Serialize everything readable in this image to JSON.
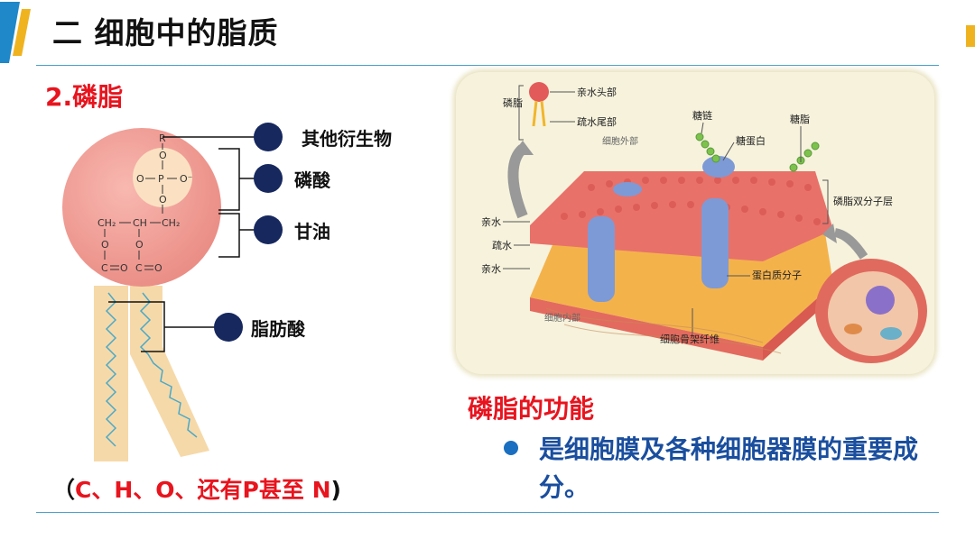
{
  "header": {
    "title": "二  细胞中的脂质"
  },
  "section": {
    "title": "2.磷脂"
  },
  "phospholipid": {
    "labels": {
      "derivative": "其他衍生物",
      "phosphate": "磷酸",
      "glycerol": "甘油",
      "fatty_acid": "脂肪酸"
    },
    "formula_text": {
      "r": "R",
      "o": "O",
      "p": "P",
      "o_minus": "O⁻",
      "ch2": "CH₂",
      "ch": "CH",
      "c": "C"
    },
    "elements": {
      "open": "（",
      "body": "C、H、O、还有P甚至 N",
      "close": ")"
    }
  },
  "membrane": {
    "labels": {
      "hydrophilic_head": "亲水头部",
      "hydrophobic_tail": "疏水尾部",
      "phospholipid_vertical": "磷脂",
      "outside": "细胞外部",
      "sugar_chain": "糖链",
      "glycoprotein": "糖蛋白",
      "glycolipid": "糖脂",
      "bilayer": "磷脂双分子层",
      "hydrophilic_1": "亲水",
      "hydrophobic": "疏水",
      "hydrophilic_2": "亲水",
      "protein": "蛋白质分子",
      "inside": "细胞内部",
      "cytoskeleton": "细胞骨架纤维"
    }
  },
  "function": {
    "title": "磷脂的功能",
    "text": "是细胞膜及各种细胞器膜的重要成分。"
  },
  "colors": {
    "accent_red": "#e8141e",
    "accent_blue": "#1a4e9e",
    "rule": "#4a9fc9",
    "tab_orange": "#f0b320",
    "tab_blue": "#1e88c8"
  }
}
